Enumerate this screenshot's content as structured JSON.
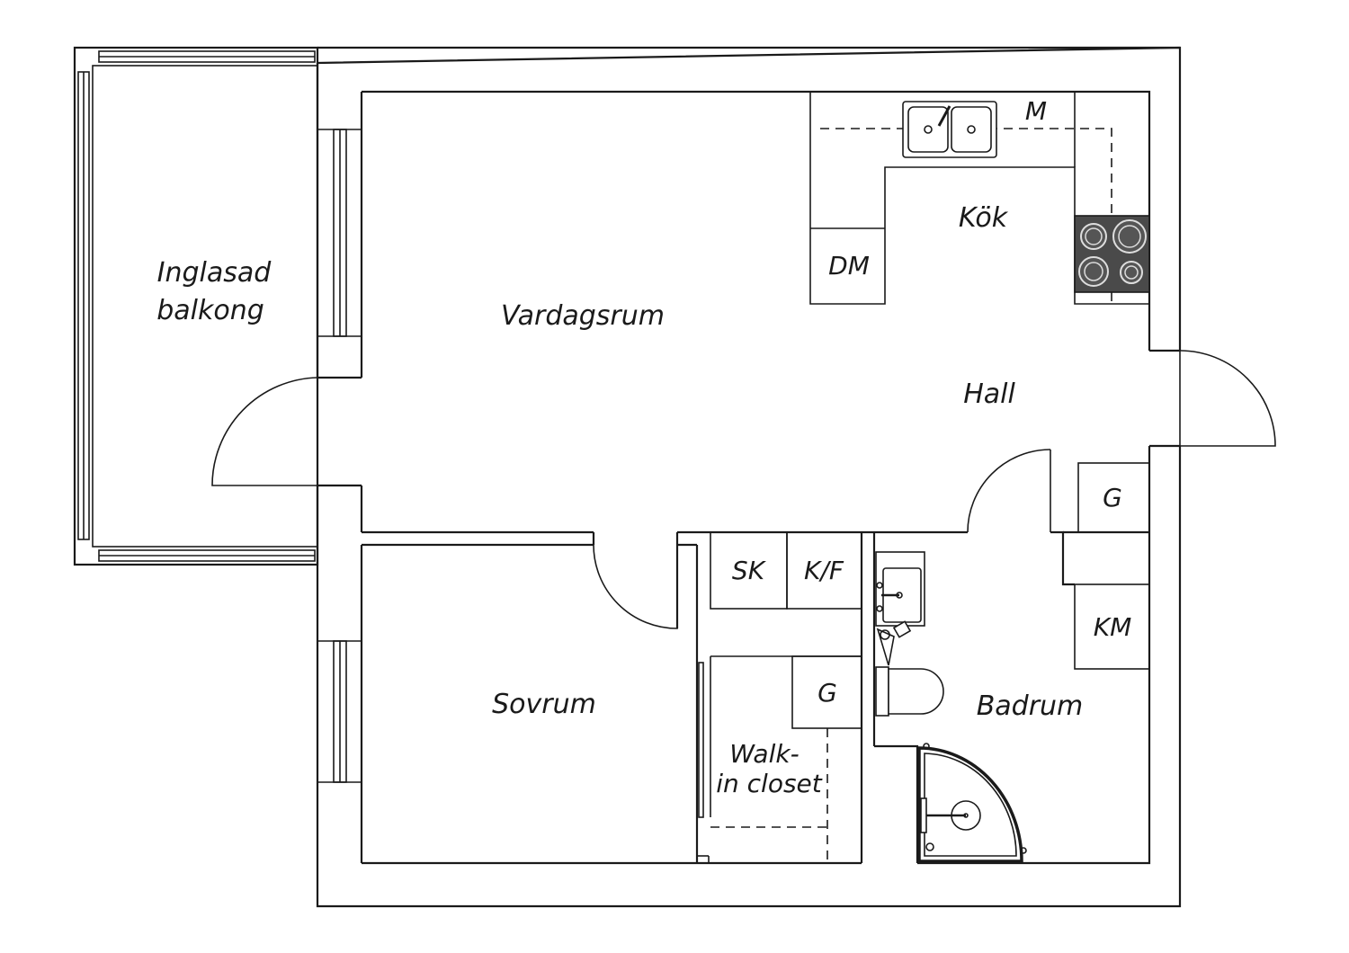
{
  "rooms": {
    "balcony_line1": "Inglasad",
    "balcony_line2": "balkong",
    "living": "Vardagsrum",
    "kitchen": "Kök",
    "hall": "Hall",
    "bedroom": "Sovrum",
    "bathroom": "Badrum",
    "closet_line1": "Walk-",
    "closet_line2": "in closet"
  },
  "fixtures": {
    "microwave": "M",
    "dishwasher": "DM",
    "wardrobe_hall": "G",
    "cleaning_closet": "SK",
    "fridge_freezer": "K/F",
    "wardrobe_closet": "G",
    "washing_machine": "KM"
  },
  "colors": {
    "wall": "#1a1a1a",
    "stove": "#4a4a4a",
    "background": "#ffffff"
  }
}
